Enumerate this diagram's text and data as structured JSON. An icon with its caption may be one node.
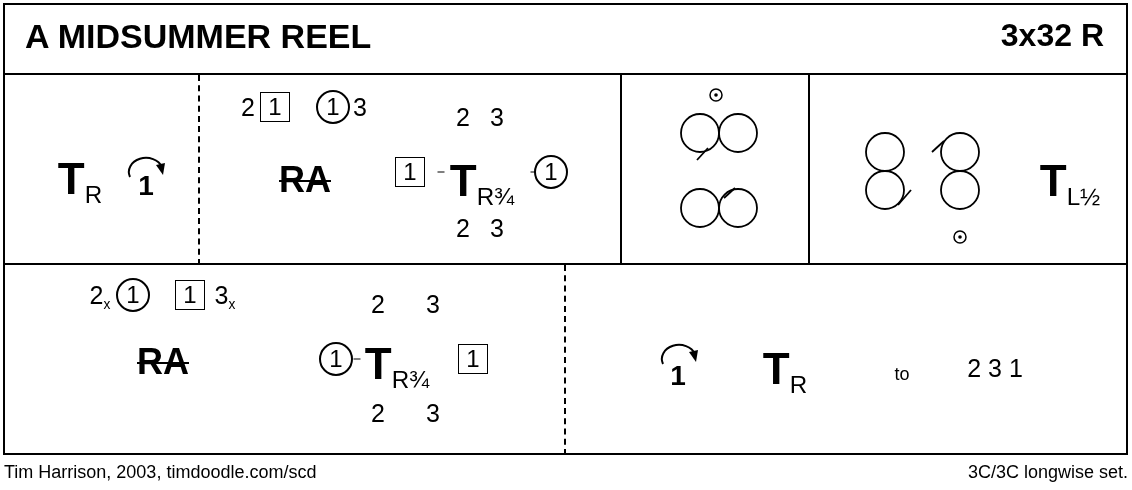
{
  "diagram": {
    "title": "A MIDSUMMER REEL",
    "nodes": [
      {
        "text": [
          "**T**$_{R}$",
          "1"
        ]
      },
      {
        "text": [
          "2",
          "3",
          "2",
          "3",
          "RA",
          "**T**$_{R¾}$",
          "2",
          "3"
        ]
      },
      {
        "text": [
          "1"
        ],
        "in": 1
      },
      {
        "text": [
          "1"
        ],
        "in": 1
      },
      {
        "text": [
          "1"
        ],
        "in": 1
      },
      {
        "text": [
          "1"
        ],
        "in": 1
      },
      {
        "text": [],
        "shape": "box"
      },
      {
        "text": [
          "**T**$_{L½}$"
        ]
      },
      {
        "text": [
          "2$_{x}$",
          "3$_{x}$",
          "2",
          "3",
          "RA",
          "**T**$_{R¾}$",
          "2",
          "3"
        ]
      },
      {
        "text": [
          "1"
        ],
        "in": 8
      },
      {
        "text": [
          "1"
        ],
        "in": 8
      },
      {
        "text": [
          "1"
        ],
        "in": 8
      },
      {
        "text": [
          "1"
        ],
        "in": 8
      },
      {
        "text": [
          "1",
          "**T**$_{R}$",
          "to",
          "2 3 1"
        ]
      }
    ],
    "labels": [
      "3x32 R",
      "Tim Harrison, 2003, timdoodle.com/scd",
      "3C/3C longwise set."
    ]
  }
}
